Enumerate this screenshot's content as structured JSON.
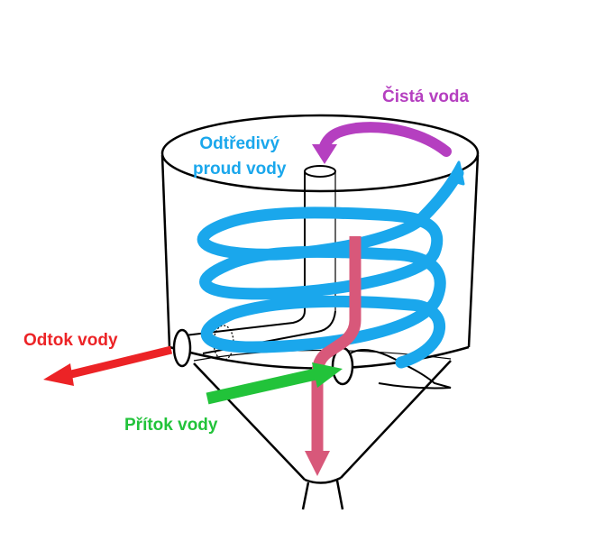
{
  "labels": {
    "clean_water": "Čistá voda",
    "centrifugal_flow_line1": "Odtředivý",
    "centrifugal_flow_line2": "proud vody",
    "water_outflow": "Odtok vody",
    "water_inflow": "Přítok vody"
  },
  "colors": {
    "clean_water": "#b53fc0",
    "centrifugal_flow": "#1aa7ec",
    "water_outflow": "#ec2326",
    "water_inflow": "#22c33a",
    "sediment_flow": "#d8587a",
    "outline": "#000000"
  }
}
